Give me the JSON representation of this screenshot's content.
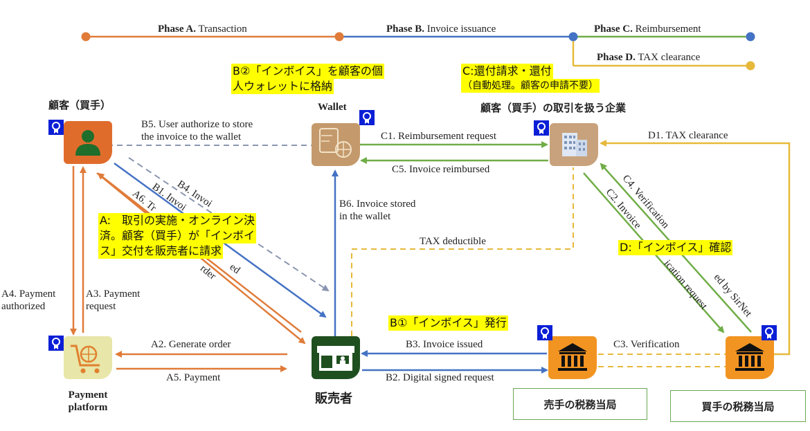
{
  "phases": {
    "a_bold": "Phase A.",
    "a_rest": " Transaction",
    "b_bold": "Phase B.",
    "b_rest": " Invoice issuance",
    "c_bold": "Phase C.",
    "c_rest": " Reimbursement",
    "d_bold": "Phase D.",
    "d_rest": " TAX clearance"
  },
  "nodes": {
    "customer": "顧客（買手）",
    "wallet": "Wallet",
    "company": "顧客（買手）の取引を扱う企業",
    "payment_platform_1": "Payment",
    "payment_platform_2": "platform",
    "seller": "販売者",
    "seller_tax": "売手の税務当局",
    "buyer_tax": "買手の税務当局"
  },
  "highlights": {
    "b2_line1": "B②「インボイス」を顧客の個",
    "b2_line2": "人ウォレットに格納",
    "c_line1": "C:還付請求・還付",
    "c_line2": "（自動処理。顧客の申請不要）",
    "a_line1": "A:　取引の実施・オンライン決",
    "a_line2": "済。顧客（買手）が「インボイ",
    "a_line3": "ス」交付を販売者に請求",
    "d_label": "D:「インボイス」確認",
    "b1_label": "B①「インボイス」発行"
  },
  "labels": {
    "b5_line1": "B5. User authorize to store",
    "b5_line2": "the invoice to the wallet",
    "c1": "C1. Reimbursement request",
    "c5": "C5. Invoice reimbursed",
    "d1": "D1. TAX clearance",
    "b6_line1": "B6. Invoice stored",
    "b6_line2": "in the wallet",
    "tax_deductible": "TAX deductible",
    "b4": "B4. Invoi",
    "b1": "B1. Invoi",
    "a6": "A6. Tr",
    "rder": "rder",
    "ed": "ed",
    "a4_line1": "A4. Payment",
    "a4_line2": "authorized",
    "a3_line1": "A3. Payment",
    "a3_line2": "request",
    "a2": "A2. Generate order",
    "a5": "A5. Payment",
    "b3": "B3. Invoice issued",
    "b2": "B2. Digital signed request",
    "c3": "C3. Verification",
    "c4": "C4. Verification",
    "c4_tail": "ed by SirNet",
    "c2": "C2. Invoice",
    "c2_tail": "ication request"
  },
  "colors": {
    "phase_a": "#e07b39",
    "phase_b": "#4472c4",
    "phase_c": "#70ad47",
    "phase_d": "#e6b93a",
    "customer_node": "#e06c2c",
    "wallet_node": "#c49a6c",
    "company_node": "#c8a27c",
    "platform_node": "#e8e6a8",
    "seller_node": "#1f4f1f",
    "tax_node": "#f29422",
    "highlight": "#ffff00",
    "badge": "#0b1fd6"
  },
  "icons": {
    "customer": "person-icon",
    "wallet": "chip-wallet-icon",
    "company": "office-building-icon",
    "platform": "shopping-cart-icon",
    "seller": "storefront-icon",
    "tax": "bank-icon",
    "badge": "certificate-badge-icon"
  }
}
